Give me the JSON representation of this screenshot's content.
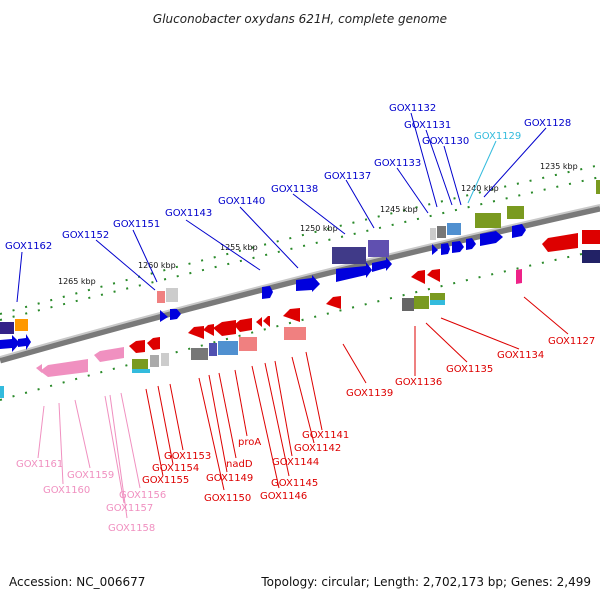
{
  "title": "Gluconobacter oxydans 621H, complete genome",
  "footer": {
    "accession": "Accession: NC_006677",
    "summary": "Topology: circular; Length: 2,702,173 bp; Genes: 2,499"
  },
  "colors": {
    "blue": "#0000cc",
    "red": "#dd0000",
    "pink": "#f090c0",
    "cyan": "#33bbdd",
    "backbone": "#888888"
  },
  "scale_ticks": [
    "1235 kbp",
    "1240 kbp",
    "1245 kbp",
    "1250 kbp",
    "1255 kbp",
    "1260 kbp",
    "1265 kbp"
  ],
  "gene_labels_top": [
    "GOX1162",
    "GOX1152",
    "GOX1151",
    "GOX1143",
    "GOX1140",
    "GOX1138",
    "GOX1137",
    "GOX1133",
    "GOX1132",
    "GOX1131",
    "GOX1130",
    "GOX1129",
    "GOX1128"
  ],
  "gene_labels_bottom_red": [
    "GOX1127",
    "GOX1134",
    "GOX1135",
    "GOX1136",
    "GOX1139",
    "GOX1141",
    "GOX1142",
    "GOX1144",
    "GOX1145",
    "GOX1146",
    "proA",
    "nadD",
    "GOX1149",
    "GOX1150",
    "GOX1153",
    "GOX1154",
    "GOX1155"
  ],
  "gene_labels_bottom_pink": [
    "GOX1161",
    "GOX1160",
    "GOX1159",
    "GOX1156",
    "GOX1157",
    "GOX1158"
  ]
}
